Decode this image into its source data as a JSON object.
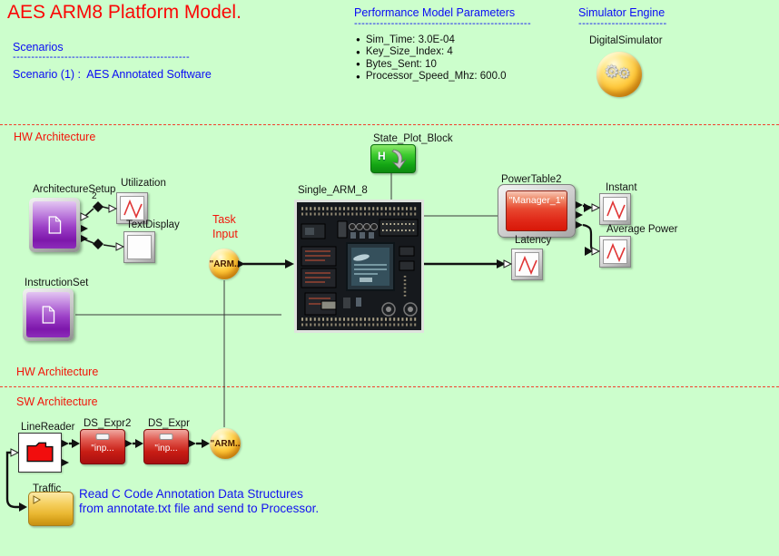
{
  "title": "AES ARM8 Platform Model.",
  "scenarios": {
    "heading": "Scenarios",
    "divider": "------------------------------------------------",
    "item": "Scenario (1) :  AES Annotated Software"
  },
  "parameters": {
    "heading": "Performance Model Parameters",
    "divider": "------------------------------------------------",
    "bullet": "●",
    "items": [
      "Sim_Time: 3.0E-04",
      "Key_Size_Index: 4",
      "Bytes_Sent: 10",
      "Processor_Speed_Mhz: 600.0"
    ]
  },
  "simulator": {
    "heading": "Simulator Engine",
    "divider": "------------------------",
    "label": "DigitalSimulator"
  },
  "sections": {
    "hw_top": "HW Architecture",
    "hw_bottom": "HW Architecture",
    "sw": "SW Architecture"
  },
  "hw": {
    "architecture_setup": "ArchitectureSetup",
    "link_count": "2",
    "utilization": "Utilization",
    "text_display": "TextDisplay",
    "task_input_line1": "Task",
    "task_input_line2": "Input",
    "task_node": "\"ARM..",
    "processor": "Single_ARM_8",
    "state_plot": "State_Plot_Block",
    "state_plot_letter": "H",
    "power_table": "PowerTable2",
    "power_table_value": "\"Manager_1\"",
    "instant": "Instant",
    "average_power": "Average Power",
    "latency": "Latency",
    "instruction_set": "InstructionSet"
  },
  "sw": {
    "line_reader": "LineReader",
    "ds_expr2": "DS_Expr2",
    "ds_expr": "DS_Expr",
    "ds_value": "\"inp...",
    "arm_node": "\"ARM..",
    "traffic": "Traffic",
    "note_line1": "Read C Code Annotation Data Structures",
    "note_line2": "from annotate.txt file and send to Processor."
  },
  "icons": {
    "simulator": "dual-gears-icon",
    "architecture_setup": "document-icon",
    "instruction_set": "document-icon",
    "utilization": "signal-plot-icon",
    "text_display": "blank-display-icon",
    "state_plot": "h-curved-arrow-icon",
    "power_table": "red-display-panel-icon",
    "line_reader": "red-folder-icon",
    "traffic": "gold-tray-play-icon",
    "processor": "arm-board-photo",
    "task_node": "gold-sphere-icon"
  },
  "colors": {
    "background": "#ccfecc",
    "title_red": "#fb0605",
    "header_blue": "#0a0af5",
    "section_red": "#f2150a",
    "wire_black": "#1a1a1a",
    "gold": "#ffc83a",
    "purple": "#9b3ec6",
    "block_red": "#c81d14",
    "block_green": "#14a614"
  }
}
